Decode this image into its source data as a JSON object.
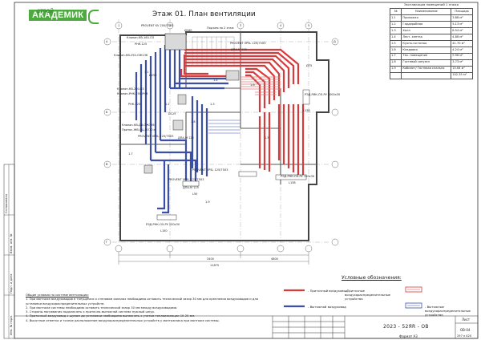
{
  "header": {
    "logo_text": "АКАДЕМИК",
    "logo_sub": "СТРОЙ",
    "sheet_title": "Этаж 01. План вентиляции"
  },
  "room_table": {
    "caption": "Экспликация помещений 1 этажа",
    "headers": [
      "№",
      "Наименование",
      "Площадь"
    ],
    "rows": [
      [
        "1.1",
        "Прихожая",
        "3.88 м²"
      ],
      [
        "1.2",
        "Гардеробная",
        "5.13 м²"
      ],
      [
        "1.3",
        "Холл",
        "8.54 м²"
      ],
      [
        "1.4",
        "Лест. клетка",
        "4.88 м²"
      ],
      [
        "1.5",
        "Кухня-гостиная",
        "41.70 м²"
      ],
      [
        "1.6",
        "Кладовая",
        "4.24 м²"
      ],
      [
        "1.7",
        "Тех. помещение",
        "9.98 м²"
      ],
      [
        "1.8",
        "Гостевой санузел",
        "3.73 м²"
      ],
      [
        "1.9",
        "Кабинет/ Гостевая спальня",
        "15.64 м²"
      ]
    ],
    "total": "102.35 м²"
  },
  "plan_labels": {
    "lbl1": "PROVENT KV 200/75Х5",
    "lbl2": "Подъем на 2 этаж",
    "lbl3": "PROVENT VPSL 125/75Х3",
    "lbl4": "Клапан-КВ-160-ОЗ",
    "lbl5": "РНК-125",
    "lbl6": "Клапан-КВ-250-ОЖ136",
    "lbl7": "Клапан-КВ-200-ВЗ",
    "lbl8": "Клапан-РНК-250-РНВ",
    "lbl9": "РНК-125",
    "lbl10": "Клапан-КВ-ДВ-ОЖ136",
    "lbl11": "Приточ-ЖВ-ОЦ-ВО10 м",
    "lbl12": "PROVENT VPSL 125/75Х3",
    "lbl13": "PROVENT VPSL 125/75Х3",
    "lbl14": "PROVENT VPSL 125/75Х3",
    "lbl15": "РЭД-РНК-ОЭ-РУ 150х30",
    "lbl16": "РЭД-РНК-ОЭ-РУ 150х30",
    "lbl17": "РЭД-РИК-ОЭ-РУ 1000х30",
    "lbl18": "ДПА-М 125",
    "lbl19": "ДПА-М 125",
    "lbl20": "ДПА-М 125",
    "d1": "Ø75",
    "d2": "Ø250",
    "d3": "Ø160",
    "d4": "Ø125",
    "len1": "L138",
    "len2": "L150",
    "len3": "L50",
    "len4": "L138",
    "dim1": "3400",
    "dim2": "11875",
    "dim3": "4800",
    "room1": "1.1",
    "room2": "1.2",
    "room3": "1.3",
    "room4": "1.4",
    "room5": "1.5",
    "room6": "1.6",
    "room7": "1.7",
    "room8": "1.8",
    "room9": "1.9"
  },
  "axes": {
    "letters": [
      "А",
      "Б",
      "В",
      "Г",
      "Д"
    ],
    "numbers": [
      "1",
      "2",
      "3",
      "4",
      "5"
    ]
  },
  "legend": {
    "title": "Условные обозначения:",
    "items": [
      "- Приточный воздуховод",
      "- Приточные воздухораспределительные устройства",
      "- Вытяжной воздуховод",
      "- Вытяжные воздухораспределительные устройства"
    ],
    "colors": {
      "supply": "#d73a3a",
      "exhaust": "#3b4fa8"
    }
  },
  "notes": {
    "heading": "Общие условия по системе вентиляции:",
    "lines": [
      "1. При монтаже воздуховодов в тянущемся и стеновом каналах необходимо оставить технический зазор 30 мм для крепления воздуховодов и для",
      "установки воздухораспределительных устройств.",
      "2. При монтаже системы необходимо оставить технический зазор 30 мм между воздуховодами.",
      "3. Стороны нагревания подключать к приточно-вытяжной системе нужный шнур.",
      "4. Приточный воздуховод с шумом до установки необходимо выполнять с учетом теплоизоляции 19-20 мм.",
      "4. Высотные отметки и точное расположение воздухораспределительных устройств у монтажника при монтаже системы."
    ]
  },
  "side_stamp": [
    "Согласовано",
    "Взам. инв. №",
    "Подп. и дата",
    "Инв. № подл."
  ],
  "stamp": {
    "code": "2023 - 52ЯR - ОВ",
    "sheet_label": "Лист",
    "sheet_no": "ОВ-04",
    "format": "Формат А3",
    "extra": "297 х 420"
  }
}
